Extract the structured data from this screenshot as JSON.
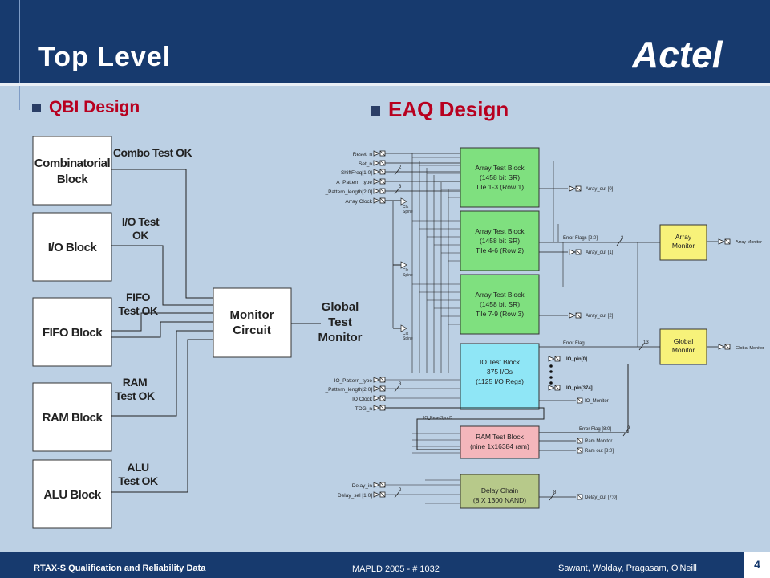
{
  "header": {
    "title": "Top Level",
    "logo_text": "Actel"
  },
  "sections": {
    "qbi": "QBI Design",
    "eaq": "EAQ Design"
  },
  "qbi": {
    "blocks": [
      {
        "label_lines": [
          "Combinatorial",
          "Block"
        ],
        "signal_lines": [
          "Combo Test OK"
        ]
      },
      {
        "label_lines": [
          "I/O Block"
        ],
        "signal_lines": [
          "I/O Test",
          "OK"
        ]
      },
      {
        "label_lines": [
          "FIFO Block"
        ],
        "signal_lines": [
          "FIFO",
          "Test OK"
        ]
      },
      {
        "label_lines": [
          "RAM Block"
        ],
        "signal_lines": [
          "RAM",
          "Test OK"
        ]
      },
      {
        "label_lines": [
          "ALU Block"
        ],
        "signal_lines": [
          "ALU",
          "Test OK"
        ]
      }
    ],
    "monitor_lines": [
      "Monitor",
      "Circuit"
    ],
    "output_lines": [
      "Global",
      "Test",
      "Monitor"
    ]
  },
  "eaq": {
    "inputs_top": [
      "Reset_n",
      "Set_n",
      "ShiftFreq[1:0]",
      "A_Pattern_type",
      "_Pattern_length[2:0]",
      "Array Clock"
    ],
    "inputs_io": [
      "IO_Pattern_type",
      "_Pattern_length[2:0]",
      "IO Clock",
      "TOG_n"
    ],
    "inputs_delay": [
      "Delay_in",
      "Delay_sel [1:0]"
    ],
    "array_blocks": [
      {
        "lines": [
          "Array Test Block",
          "(1458 bit SR)",
          "Tile 1-3 (Row 1)"
        ],
        "out": "Array_out [0]"
      },
      {
        "lines": [
          "Array Test Block",
          "(1458 bit SR)",
          "Tile 4-6 (Row 2)"
        ],
        "out": "Array_out [1]"
      },
      {
        "lines": [
          "Array Test Block",
          "(1458 bit SR)",
          "Tile 7-9 (Row 3)"
        ],
        "out": "Array_out [2]"
      }
    ],
    "io_block": {
      "lines": [
        "IO Test Block",
        "375 I/Os",
        "(1125 I/O Regs)"
      ],
      "pins": [
        "IO_pin[0]",
        "IO_pin[374]"
      ],
      "monitor": "IO_Monitor"
    },
    "ram_block": {
      "lines": [
        "RAM Test Block",
        "(nine 1x16384 ram)"
      ],
      "outs": [
        "Ram Monitor",
        "Ram out [8:0]"
      ]
    },
    "delay_block": {
      "lines": [
        "Delay Chain",
        "(8 X 1300 NAND)"
      ],
      "out": "Delay_out [7:0]"
    },
    "array_monitor": {
      "lines": [
        "Array",
        "Monitor"
      ],
      "out": "Array Monitor"
    },
    "global_monitor": {
      "lines": [
        "Global",
        "Monitor"
      ],
      "out": "Global Monitor"
    },
    "labels": {
      "clk_spine": [
        "Clk",
        "Spine"
      ],
      "error_flags": "Error Flags [2:0]",
      "error_flag": "Error Flag",
      "error_flag_ram": "Error Flag [8:0]",
      "io_resetsync": "IO_ResetSyncD",
      "bus_widths": [
        "2",
        "3",
        "3",
        "13",
        "3",
        "9",
        "8",
        "2"
      ]
    }
  },
  "footer": {
    "left": "RTAX-S Qualification and Reliability Data",
    "center": "MAPLD 2005 - # 1032",
    "right": "Sawant, Wolday, Pragasam, O'Neill",
    "page": "4"
  },
  "colors": {
    "header": "#173a6e",
    "background": "#bcd0e4",
    "section_text": "#b8001f",
    "array_block": "#7fe07f",
    "io_block": "#8fe6f6",
    "ram_block": "#f4b6bb",
    "delay_block": "#b7c98a",
    "monitor_block": "#f7f27a"
  }
}
